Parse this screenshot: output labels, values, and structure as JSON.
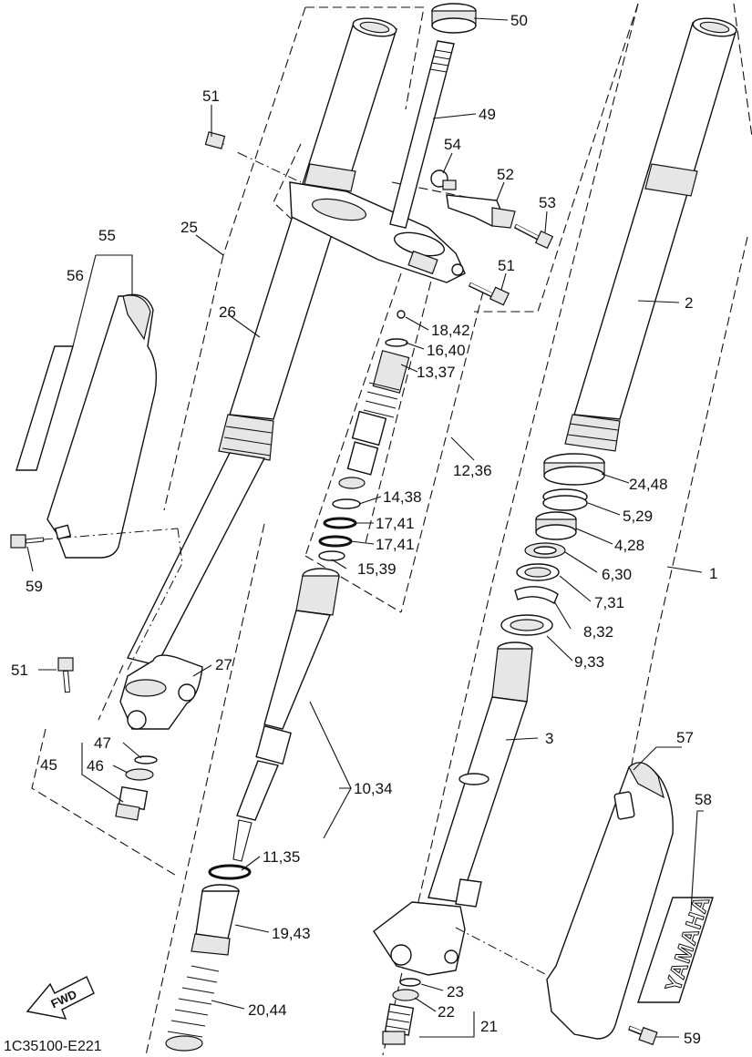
{
  "diagram": {
    "code": "1C35100-E221",
    "fwd_label": "FWD",
    "brand_text": "YAMAHA",
    "callouts": [
      {
        "id": "c-50",
        "text": "50"
      },
      {
        "id": "c-49",
        "text": "49"
      },
      {
        "id": "c-51a",
        "text": "51"
      },
      {
        "id": "c-54",
        "text": "54"
      },
      {
        "id": "c-52",
        "text": "52"
      },
      {
        "id": "c-53",
        "text": "53"
      },
      {
        "id": "c-51b",
        "text": "51"
      },
      {
        "id": "c-25",
        "text": "25"
      },
      {
        "id": "c-55",
        "text": "55"
      },
      {
        "id": "c-56",
        "text": "56"
      },
      {
        "id": "c-26",
        "text": "26"
      },
      {
        "id": "c-2",
        "text": "2"
      },
      {
        "id": "c-18-42",
        "text": "18,42"
      },
      {
        "id": "c-16-40",
        "text": "16,40"
      },
      {
        "id": "c-13-37",
        "text": "13,37"
      },
      {
        "id": "c-12-36",
        "text": "12,36"
      },
      {
        "id": "c-24-48",
        "text": "24,48"
      },
      {
        "id": "c-14-38",
        "text": "14,38"
      },
      {
        "id": "c-5-29",
        "text": "5,29"
      },
      {
        "id": "c-17-41a",
        "text": "17,41"
      },
      {
        "id": "c-17-41b",
        "text": "17,41"
      },
      {
        "id": "c-4-28",
        "text": "4,28"
      },
      {
        "id": "c-59a",
        "text": "59"
      },
      {
        "id": "c-15-39",
        "text": "15,39"
      },
      {
        "id": "c-6-30",
        "text": "6,30"
      },
      {
        "id": "c-1",
        "text": "1"
      },
      {
        "id": "c-7-31",
        "text": "7,31"
      },
      {
        "id": "c-8-32",
        "text": "8,32"
      },
      {
        "id": "c-51c",
        "text": "51"
      },
      {
        "id": "c-27",
        "text": "27"
      },
      {
        "id": "c-9-33",
        "text": "9,33"
      },
      {
        "id": "c-57",
        "text": "57"
      },
      {
        "id": "c-47",
        "text": "47"
      },
      {
        "id": "c-3",
        "text": "3"
      },
      {
        "id": "c-45",
        "text": "45"
      },
      {
        "id": "c-46",
        "text": "46"
      },
      {
        "id": "c-10-34",
        "text": "10,34"
      },
      {
        "id": "c-58",
        "text": "58"
      },
      {
        "id": "c-11-35",
        "text": "11,35"
      },
      {
        "id": "c-19-43",
        "text": "19,43"
      },
      {
        "id": "c-23",
        "text": "23"
      },
      {
        "id": "c-20-44",
        "text": "20,44"
      },
      {
        "id": "c-22",
        "text": "22"
      },
      {
        "id": "c-21",
        "text": "21"
      },
      {
        "id": "c-59b",
        "text": "59"
      }
    ]
  }
}
